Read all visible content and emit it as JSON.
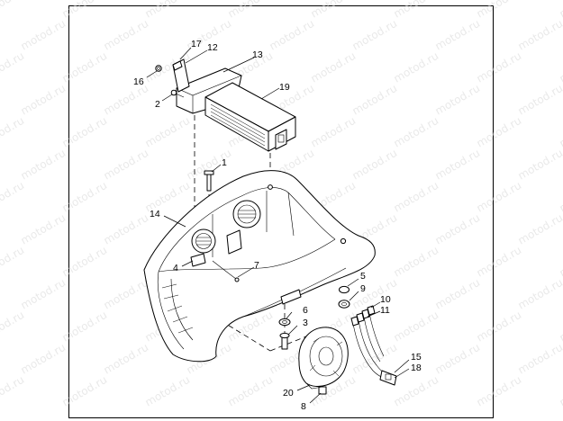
{
  "watermark": {
    "text": "motod.ru"
  },
  "callouts": [
    {
      "id": "17",
      "text": "17"
    },
    {
      "id": "12",
      "text": "12"
    },
    {
      "id": "13",
      "text": "13"
    },
    {
      "id": "16",
      "text": "16"
    },
    {
      "id": "2",
      "text": "2"
    },
    {
      "id": "19",
      "text": "19"
    },
    {
      "id": "1",
      "text": "1"
    },
    {
      "id": "14",
      "text": "14"
    },
    {
      "id": "4",
      "text": "4"
    },
    {
      "id": "7",
      "text": "7"
    },
    {
      "id": "5",
      "text": "5"
    },
    {
      "id": "9",
      "text": "9"
    },
    {
      "id": "10",
      "text": "10"
    },
    {
      "id": "11",
      "text": "11"
    },
    {
      "id": "6",
      "text": "6"
    },
    {
      "id": "3",
      "text": "3"
    },
    {
      "id": "15",
      "text": "15"
    },
    {
      "id": "18",
      "text": "18"
    },
    {
      "id": "20",
      "text": "20"
    },
    {
      "id": "8",
      "text": "8"
    }
  ]
}
